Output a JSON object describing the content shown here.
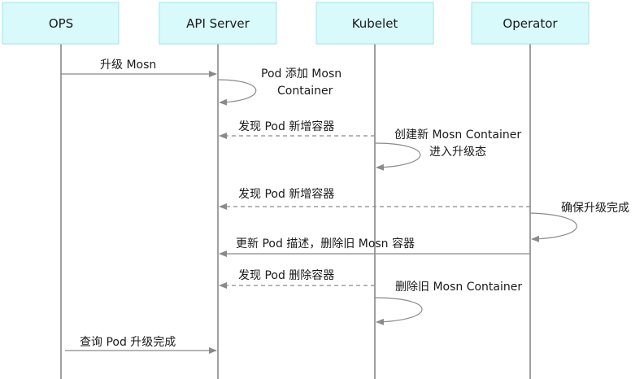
{
  "participants": [
    {
      "id": "ops",
      "label": "OPS"
    },
    {
      "id": "api",
      "label": "API Server"
    },
    {
      "id": "kubelet",
      "label": "Kubelet"
    },
    {
      "id": "operator",
      "label": "Operator"
    }
  ],
  "messages": [
    {
      "label": "升级 Mosn",
      "from": "ops",
      "to": "api",
      "style": "solid"
    },
    {
      "label": "发现 Pod 新增容器",
      "from": "kubelet",
      "to": "api",
      "style": "dashed"
    },
    {
      "label": "发现 Pod 新增容器",
      "from": "operator",
      "to": "api",
      "style": "dashed"
    },
    {
      "label": "更新 Pod 描述，删除旧 Mosn 容器",
      "from": "operator",
      "to": "api",
      "style": "solid"
    },
    {
      "label": "发现 Pod 删除容器",
      "from": "kubelet",
      "to": "api",
      "style": "dashed"
    },
    {
      "label": "查询 Pod 升级完成",
      "from": "ops",
      "to": "api",
      "style": "solid"
    }
  ],
  "self_calls": [
    {
      "lines": [
        "Pod  添加 Mosn",
        "Container"
      ],
      "on": "api"
    },
    {
      "lines": [
        "创建新 Mosn Container",
        "进入升级态"
      ],
      "on": "kubelet"
    },
    {
      "lines": [
        "确保升级完成"
      ],
      "on": "operator"
    },
    {
      "lines": [
        "删除旧 Mosn Container"
      ],
      "on": "kubelet"
    }
  ],
  "colors": {
    "box_fill": "#d9fafb",
    "box_stroke": "#9fe4ea",
    "lifeline": "#808080",
    "arrow": "#8a8a8a",
    "text": "#1a1a1a"
  }
}
